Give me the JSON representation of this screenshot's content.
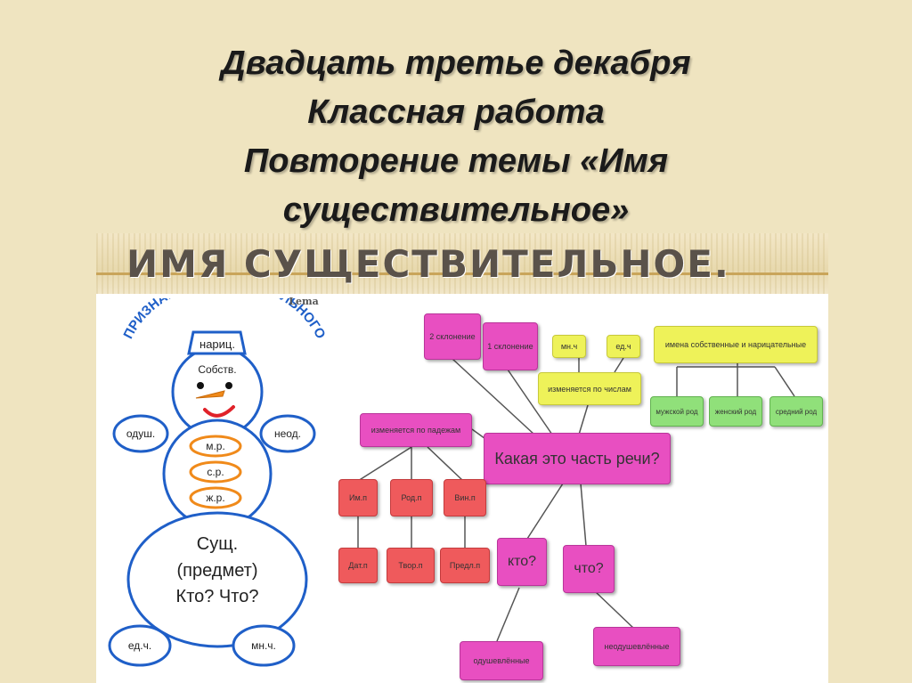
{
  "slide": {
    "title_lines": [
      "Двадцать третье декабря",
      "Классная работа",
      "Повторение темы «Имя",
      "существительное»"
    ],
    "banner_heading": "ИМЯ СУЩЕСТВИТЕЛЬНОЕ.",
    "watermark": "Lema"
  },
  "snowman": {
    "arc_title": "ПРИЗНАКИ СУЩЕСТВИТЕЛЬНОГО",
    "hat": "нариц.",
    "head_label": "Собств.",
    "left_hand": "одуш.",
    "right_hand": "неод.",
    "genders": [
      "м.р.",
      "с.р.",
      "ж.р."
    ],
    "body_lines": [
      "Сущ.",
      "(предмет)",
      "Кто? Что?"
    ],
    "left_foot": "ед.ч.",
    "right_foot": "мн.ч."
  },
  "mindmap": {
    "center": "Какая это часть речи?",
    "decl2": "2 склонение",
    "decl1": "1 склонение",
    "plural": "мн.ч",
    "singular": "ед.ч",
    "changes_number": "изменяется по числам",
    "proper_common": "имена собственные и нарицательные",
    "genders": [
      "мужской род",
      "женский род",
      "средний род"
    ],
    "changes_case": "изменяется по падежам",
    "cases_top": [
      "Им.п",
      "Род.п",
      "Вин.п"
    ],
    "cases_bottom": [
      "Дат.п",
      "Твор.п",
      "Предл.п"
    ],
    "who": "кто?",
    "what": "что?",
    "animate": "одушевлённые",
    "inanimate": "неодушевлённые"
  }
}
